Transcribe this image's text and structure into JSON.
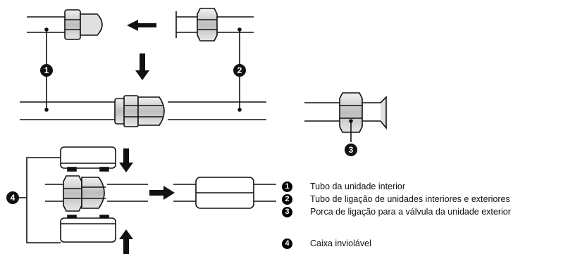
{
  "callouts": {
    "c1": "1",
    "c2": "2",
    "c3": "3",
    "c4": "4"
  },
  "legend": [
    {
      "number": "1",
      "text": "Tubo da unidade interior"
    },
    {
      "number": "2",
      "text": "Tubo de ligação de unidades interiores e exteriores"
    },
    {
      "number": "3",
      "text": "Porca de ligação para a válvula da unidade exterior"
    },
    {
      "number": "4",
      "text": "Caixa inviolável"
    }
  ]
}
